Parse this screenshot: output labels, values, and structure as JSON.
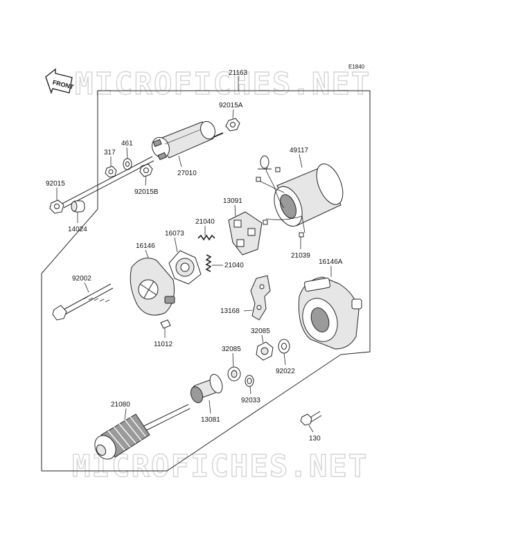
{
  "diagram": {
    "code": "E1840",
    "front_label": "FRONT",
    "watermark_text": "MICROFICHES.NET",
    "colors": {
      "line": "#222222",
      "watermark": "#d4d4d4",
      "background": "#ffffff"
    },
    "labels": {
      "p21163": "21163",
      "p92015A": "92015A",
      "p461": "461",
      "p317": "317",
      "p27010": "27010",
      "p49117": "49117",
      "p92015": "92015",
      "p92015B": "92015B",
      "p13091": "13091",
      "p14024": "14024",
      "p21040a": "21040",
      "p16073": "16073",
      "p16146": "16146",
      "p21040b": "21040",
      "p21039": "21039",
      "p16146A": "16146A",
      "p92002": "92002",
      "p13168": "13168",
      "p32085a": "32085",
      "p11012": "11012",
      "p32085b": "32085",
      "p92022": "92022",
      "p92033": "92033",
      "p21080": "21080",
      "p13081": "13081",
      "p130": "130"
    }
  }
}
